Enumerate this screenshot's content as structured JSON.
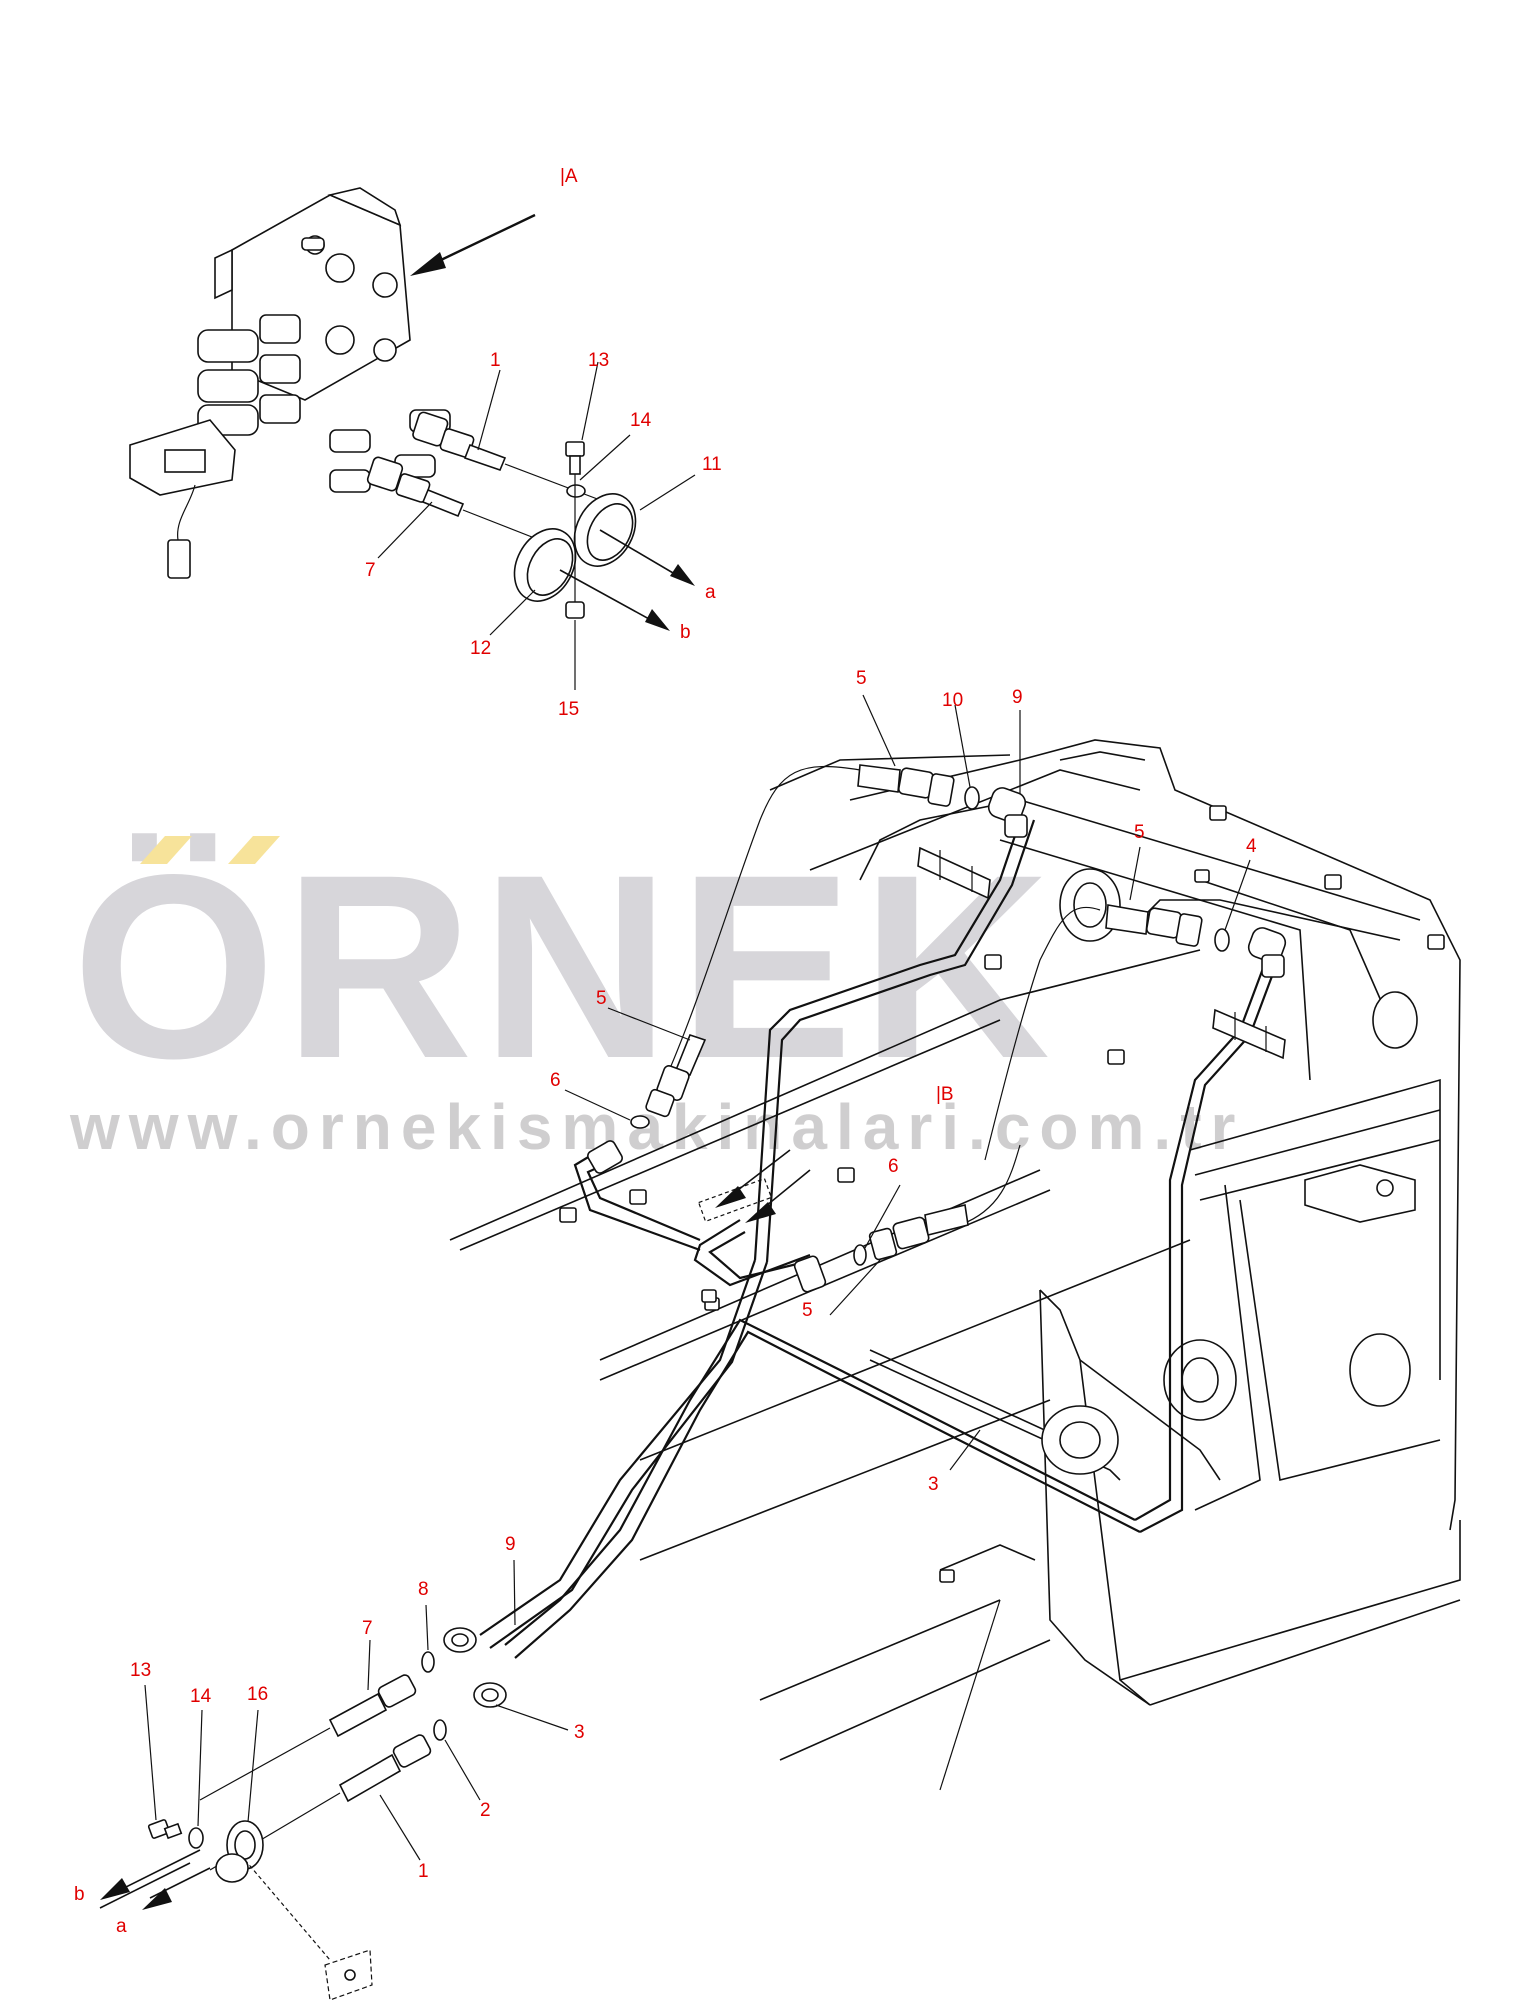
{
  "watermark": {
    "brand": "ÖRNEK",
    "url": "www.ornekismakinalari.com.tr",
    "brand_color": "#d7d6da",
    "accent_color": "#f7e39a"
  },
  "view_labels": {
    "view_a": "|A",
    "view_b": "|B"
  },
  "callouts": {
    "top_1": "1",
    "top_13": "13",
    "top_14": "14",
    "top_11": "11",
    "top_7": "7",
    "top_12": "12",
    "top_15": "15",
    "top_a": "a",
    "top_b": "b",
    "mid_5_top": "5",
    "mid_10": "10",
    "mid_9_top": "9",
    "mid_5_right": "5",
    "mid_4": "4",
    "mid_5_left": "5",
    "mid_6_left": "6",
    "mid_6_right": "6",
    "mid_5_lower": "5",
    "mid_3": "3",
    "bot_9": "9",
    "bot_8": "8",
    "bot_7": "7",
    "bot_13": "13",
    "bot_14": "14",
    "bot_16": "16",
    "bot_3": "3",
    "bot_2": "2",
    "bot_1": "1",
    "bot_b": "b",
    "bot_a": "a"
  },
  "colors": {
    "callout_text": "#e00000",
    "line_art": "#111111"
  }
}
